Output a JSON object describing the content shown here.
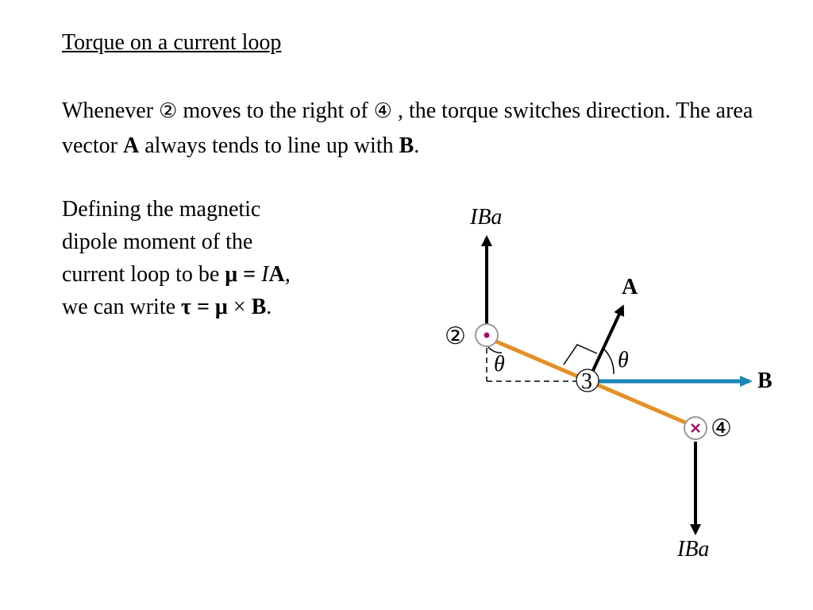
{
  "title": "Torque on a current loop",
  "para1": {
    "t1": "Whenever ",
    "c2": "②",
    "t2": "  moves to the right of ",
    "c4": "④",
    "t3": "  , the torque switches direction.  The area vector ",
    "A": "A",
    "t4": " always tends to line up with ",
    "B": "B",
    "t5": "."
  },
  "para2": {
    "line1": "Defining the magnetic",
    "line2": "dipole moment of the",
    "line3_pre": "current loop to be ",
    "line3_mu": "μ",
    "line3_eq": " = ",
    "line3_I": "I",
    "line3_A": "A",
    "line3_post": ",",
    "line4_pre": "we can write ",
    "line4_tau": "τ",
    "line4_eq": " = ",
    "line4_mu": "μ",
    "line4_x": " × ",
    "line4_B": "B",
    "line4_post": "."
  },
  "diagram": {
    "force_top_label": "IBa",
    "force_bottom_label": "IBa",
    "vector_A_label": "A",
    "vector_B_label": "B",
    "theta_left": "θ",
    "theta_right": "θ",
    "point_2": "②",
    "point_3": "3",
    "point_4": "④",
    "wire_color": "#e39025",
    "b_field_color": "#1a86b8",
    "dot_color": "#a0106a",
    "cross_color": "#a0106a"
  }
}
